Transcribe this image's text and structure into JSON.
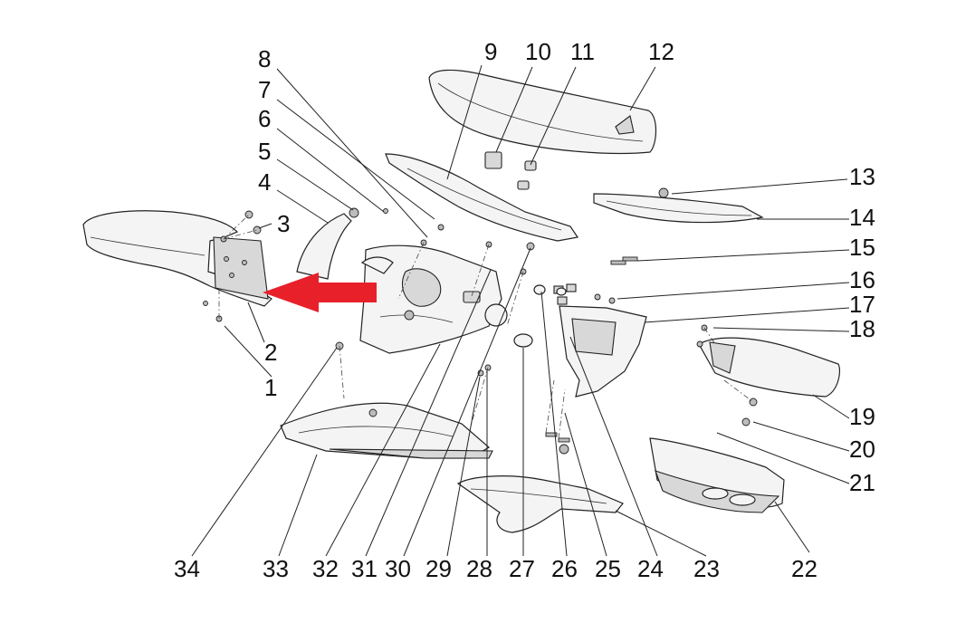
{
  "diagram": {
    "callouts": [
      "1",
      "2",
      "3",
      "4",
      "5",
      "6",
      "7",
      "8",
      "9",
      "10",
      "11",
      "12",
      "13",
      "14",
      "15",
      "16",
      "17",
      "18",
      "19",
      "20",
      "21",
      "22",
      "23",
      "24",
      "25",
      "26",
      "27",
      "28",
      "29",
      "30",
      "31",
      "32",
      "33",
      "34"
    ],
    "arrow_color": "#e8202a"
  }
}
